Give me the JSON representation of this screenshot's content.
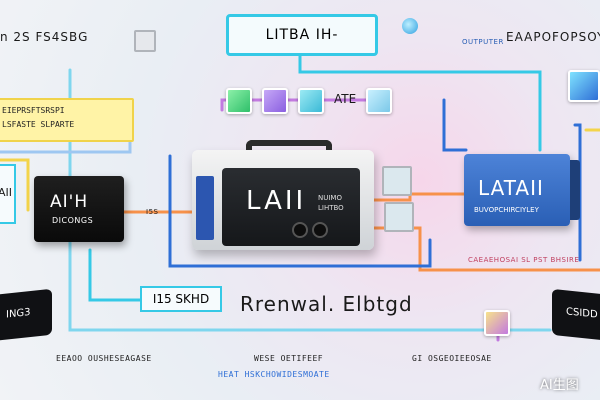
{
  "title": "LITBA IH-",
  "top_left_text": "n 2S FS4SBG",
  "top_right_small": "OUTPUTER",
  "top_right_text": "EAAPOFOPSOY",
  "yellow_box": {
    "line1": "EIEPRSFTSRSPI",
    "line2": "LSFASTE SLPARTE"
  },
  "left_cube": {
    "line1": "AI'H",
    "line2": "DICONGS"
  },
  "center_device": {
    "big": "LAII",
    "small1": "NUIMO",
    "small2": "LIHTBO"
  },
  "right_device": {
    "line1": "LATAII",
    "line2": "BUVOPCHIRCIYLEY"
  },
  "tile_label": "ATE",
  "small_label_left": "I5S",
  "label_box": "I15 SKHD",
  "middle_caption": "Rrenwal. Elbtgd",
  "right_sub_text": "CAEAEHOSAI SL PST BHSIRE",
  "left_edge_label": "AII",
  "bottom_left_label": "ING3",
  "bottom_right_label": "CSIDD",
  "footer_left": "EEAOO OUSHESEAGASE",
  "footer_mid1": "WESE OETIFEEF",
  "footer_mid2": "HEAT HSKCHOWIDESMOATE",
  "footer_right": "GI OSGEOIEEOSAE",
  "watermark": "AI生图",
  "colors": {
    "cyan": "#35c9e6",
    "orange": "#f7914a",
    "blue": "#2f6fd6",
    "yellow": "#f3d44a"
  }
}
